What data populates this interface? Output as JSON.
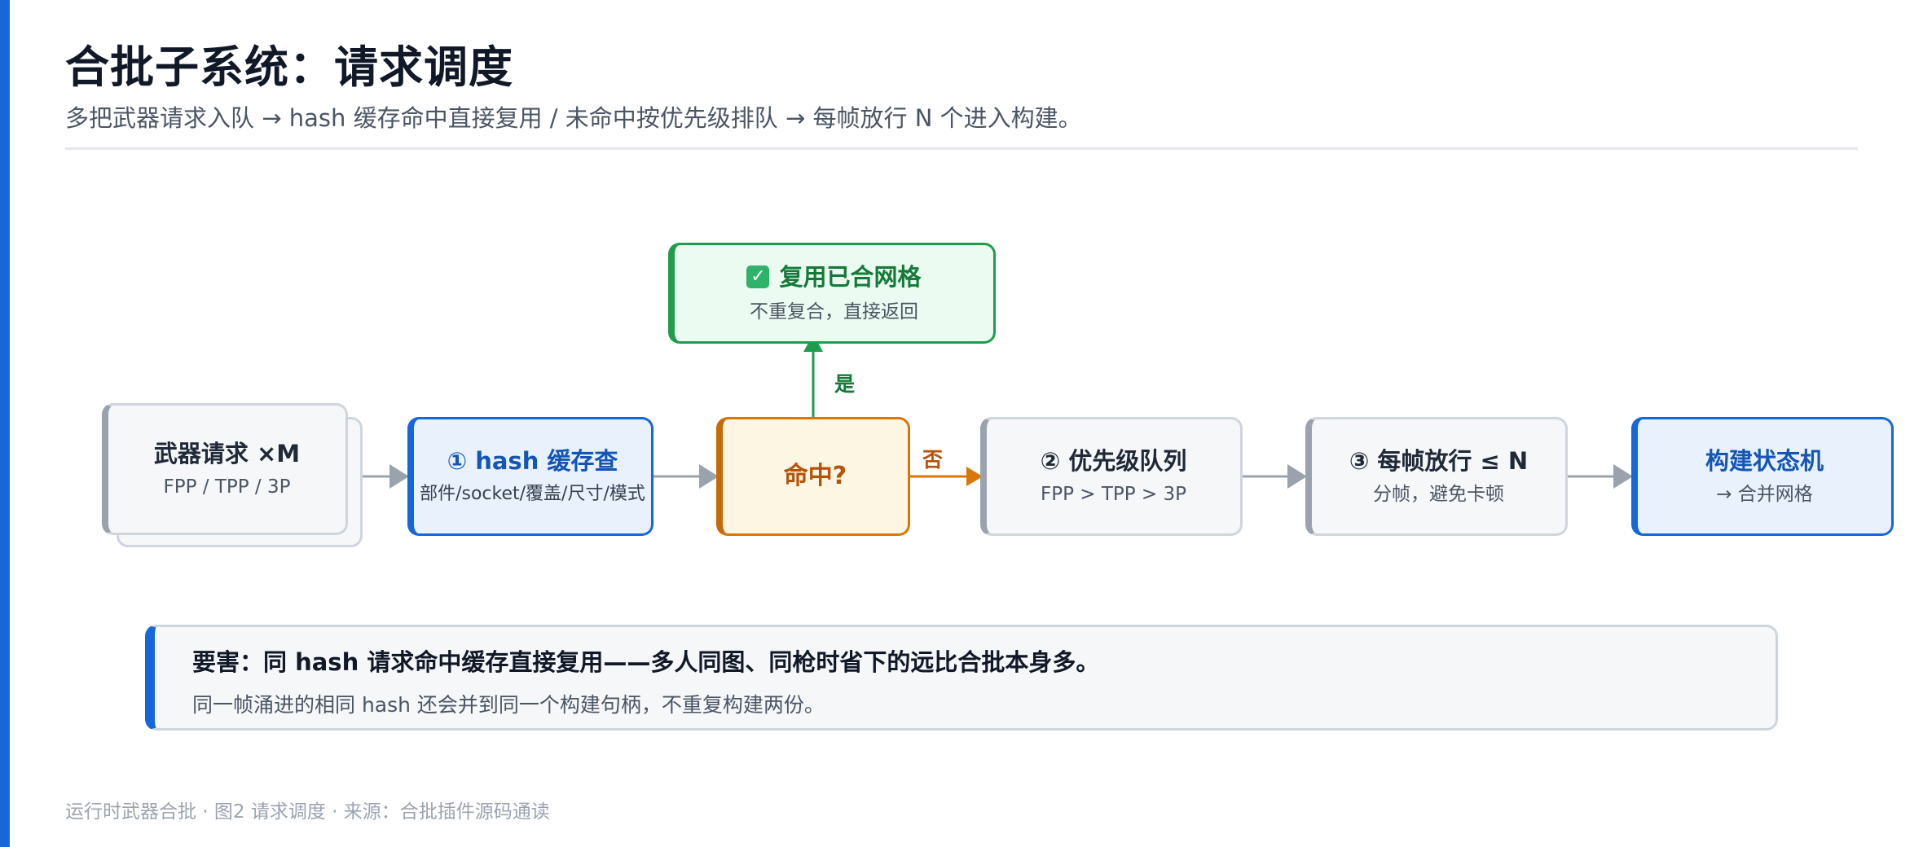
{
  "page": {
    "title": "合批子系统：请求调度",
    "subtitle": "多把武器请求入队 → hash 缓存命中直接复用 / 未命中按优先级排队 → 每帧放行 N 个进入构建。",
    "accent_color": "#1667d9"
  },
  "diagram": {
    "nodes": {
      "weapon": {
        "title": "武器请求 ×M",
        "sub": "FPP / TPP / 3P"
      },
      "hash": {
        "title": "① hash 缓存查",
        "sub": "部件/socket/覆盖/尺寸/模式"
      },
      "hit": {
        "title": "命中?"
      },
      "reuse": {
        "icon": "check-mark-icon",
        "title": "复用已合网格",
        "sub": "不重复合，直接返回"
      },
      "priority": {
        "title": "② 优先级队列",
        "sub": "FPP > TPP > 3P"
      },
      "frame": {
        "title": "③ 每帧放行 ≤ N",
        "sub": "分帧，避免卡顿"
      },
      "build": {
        "title": "构建状态机",
        "sub": "→ 合并网格"
      }
    },
    "edges": {
      "yes_label": "是",
      "no_label": "否"
    },
    "colors": {
      "neutral_border": "#cfd5dd",
      "blue": "#1667d9",
      "orange": "#d97706",
      "green": "#1f9d4c",
      "arrow_gray": "#9aa3ad"
    }
  },
  "callout": {
    "title": "要害：同 hash 请求命中缓存直接复用——多人同图、同枪时省下的远比合批本身多。",
    "body": "同一帧涌进的相同 hash 还会并到同一个构建句柄，不重复构建两份。"
  },
  "footer": {
    "caption": "运行时武器合批 · 图2 请求调度 · 来源：合批插件源码通读"
  }
}
